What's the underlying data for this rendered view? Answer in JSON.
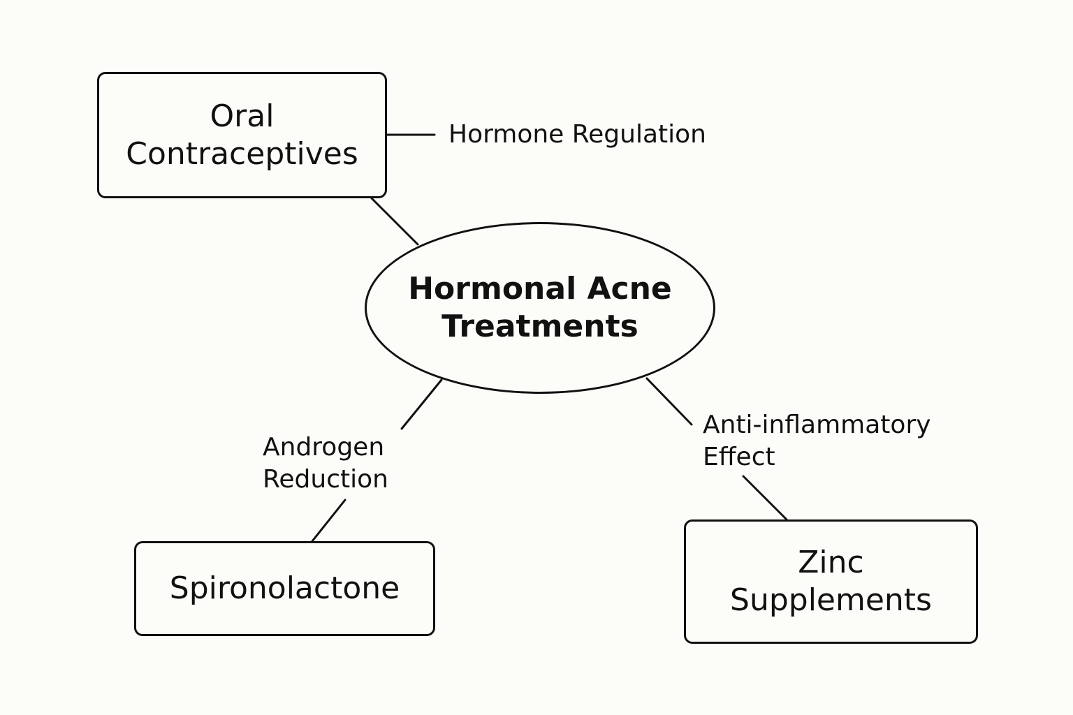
{
  "diagram": {
    "center": {
      "label": "Hormonal Acne\nTreatments"
    },
    "nodes": {
      "oral": {
        "label": "Oral\nContraceptives"
      },
      "spiro": {
        "label": "Spironolactone"
      },
      "zinc": {
        "label": "Zinc\nSupplements"
      }
    },
    "edges": {
      "oral": {
        "label": "Hormone Regulation"
      },
      "spiro": {
        "label": "Androgen\nReduction"
      },
      "zinc": {
        "label": "Anti-inflammatory\nEffect"
      }
    }
  }
}
